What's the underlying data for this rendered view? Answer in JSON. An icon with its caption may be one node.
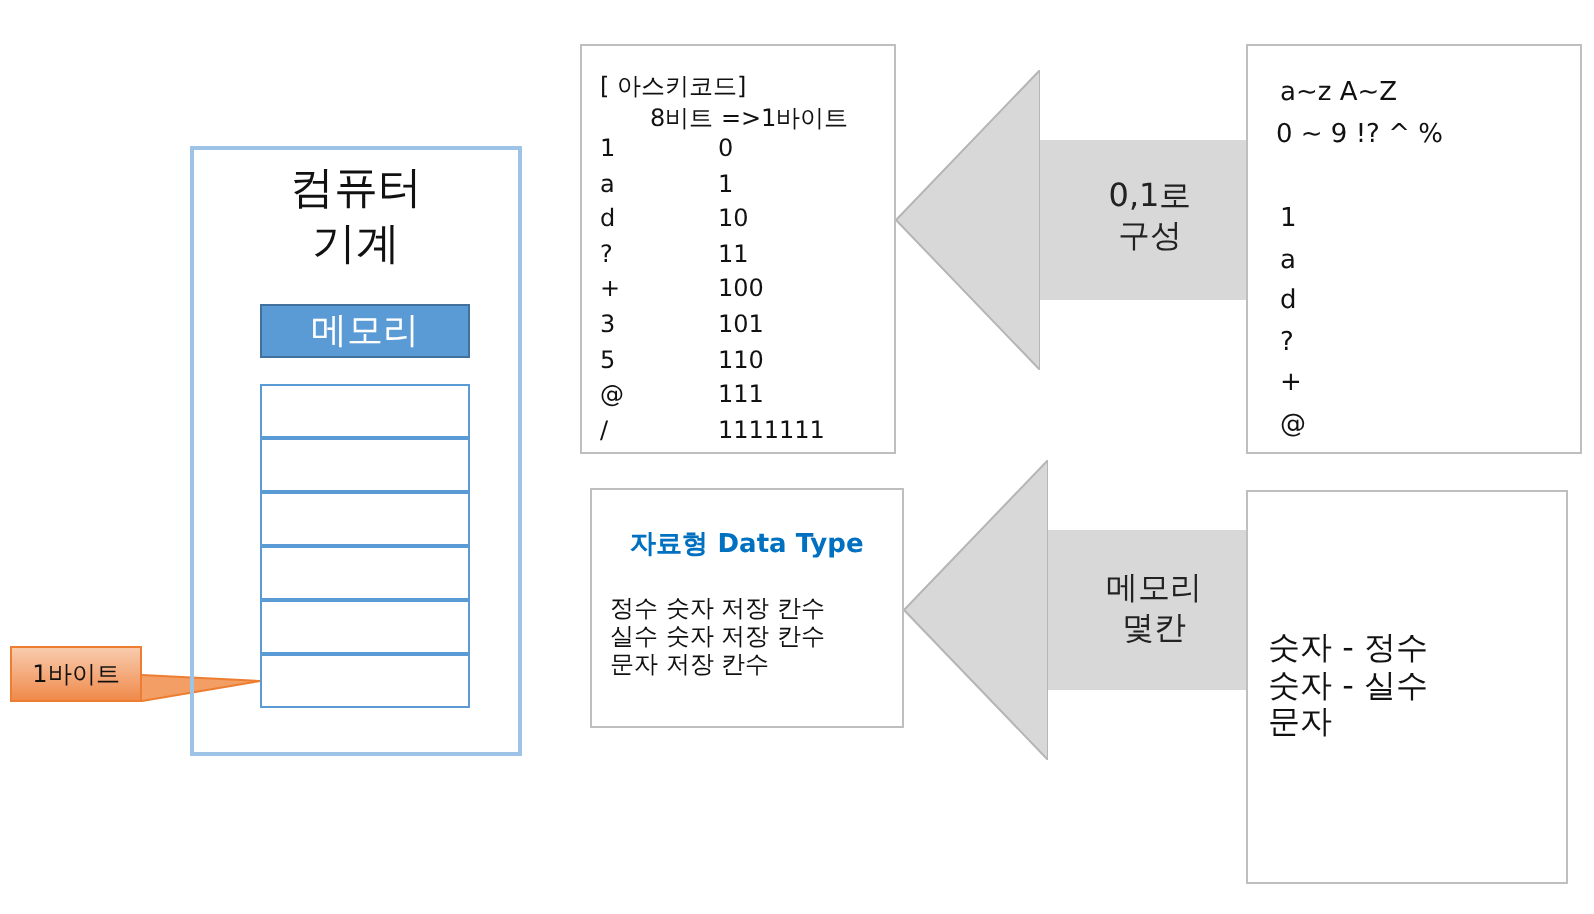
{
  "diagram": {
    "nodes": [
      {
        "text": [
          "컴퓨터 기계"
        ]
      },
      {
        "text": [
          "메모리"
        ],
        "in": 0
      },
      {
        "text": [],
        "shape": "box",
        "in": 0
      },
      {
        "text": [],
        "shape": "box",
        "in": 0
      },
      {
        "text": [],
        "shape": "box",
        "in": 0
      },
      {
        "text": [],
        "shape": "box",
        "in": 0
      },
      {
        "text": [],
        "shape": "box",
        "in": 0
      },
      {
        "text": [],
        "shape": "box",
        "in": 0
      },
      {
        "text": [
          "1바이트"
        ]
      },
      {
        "text": [
          "[ 아스키코드]",
          "8비트 =>1바이트",
          "1",
          "0",
          "a",
          "1",
          "d",
          "10",
          "?",
          "11",
          "+",
          "100",
          "3",
          "101",
          "5",
          "110",
          "@",
          "111",
          "/",
          "1111111"
        ]
      },
      {
        "text": [
          "a~z A~Z",
          "0 ~ 9 !? ^ %",
          "1",
          "a",
          "d",
          "?",
          "+",
          "@"
        ]
      },
      {
        "text": [
          "자료형 Data Type",
          "정수 숫자 저장 칸수",
          "실수 숫자 저장 칸수",
          "문자 저장 칸수"
        ]
      },
      {
        "text": [
          "숫자 - 정수",
          "숫자 - 실수",
          "문자"
        ]
      }
    ],
    "edges": [
      {
        "from": 10,
        "to": 9,
        "arrow": "to",
        "label": "0,1로 구성"
      },
      {
        "from": 12,
        "to": 11,
        "arrow": "to",
        "label": "메모리 몇칸"
      },
      {
        "from": 8,
        "to": 7,
        "arrow": "none",
        "color": "#ed7d31"
      }
    ]
  }
}
